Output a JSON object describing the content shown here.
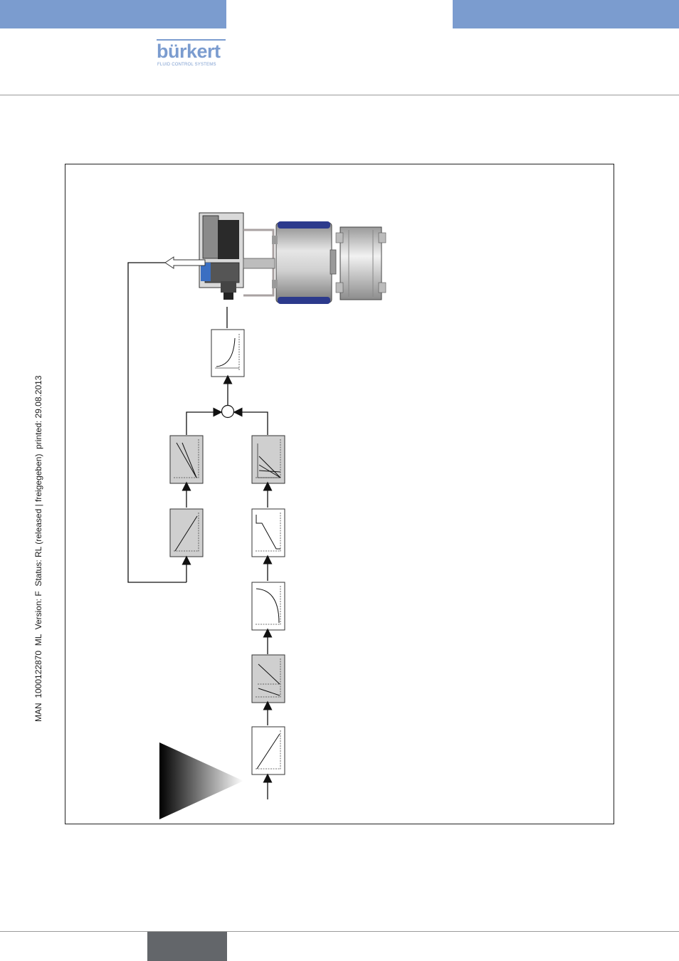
{
  "colors": {
    "header_bar": "#7b9ccf",
    "footer_tab": "#63666a",
    "logo": "#7b9ccf",
    "block_gray": "#cfcfcf",
    "actuator_blue": "#2c3a8c"
  },
  "logo": {
    "name": "bürkert",
    "tagline": "FLUID CONTROL SYSTEMS"
  },
  "status_line": "MAN  1000122870  ML  Version: F  Status: RL (released | freigegeben)  printed: 29.08.2013",
  "icons": [
    "valve-actuator-image",
    "setpoint-wedge-icon",
    "summing-junction-icon"
  ]
}
